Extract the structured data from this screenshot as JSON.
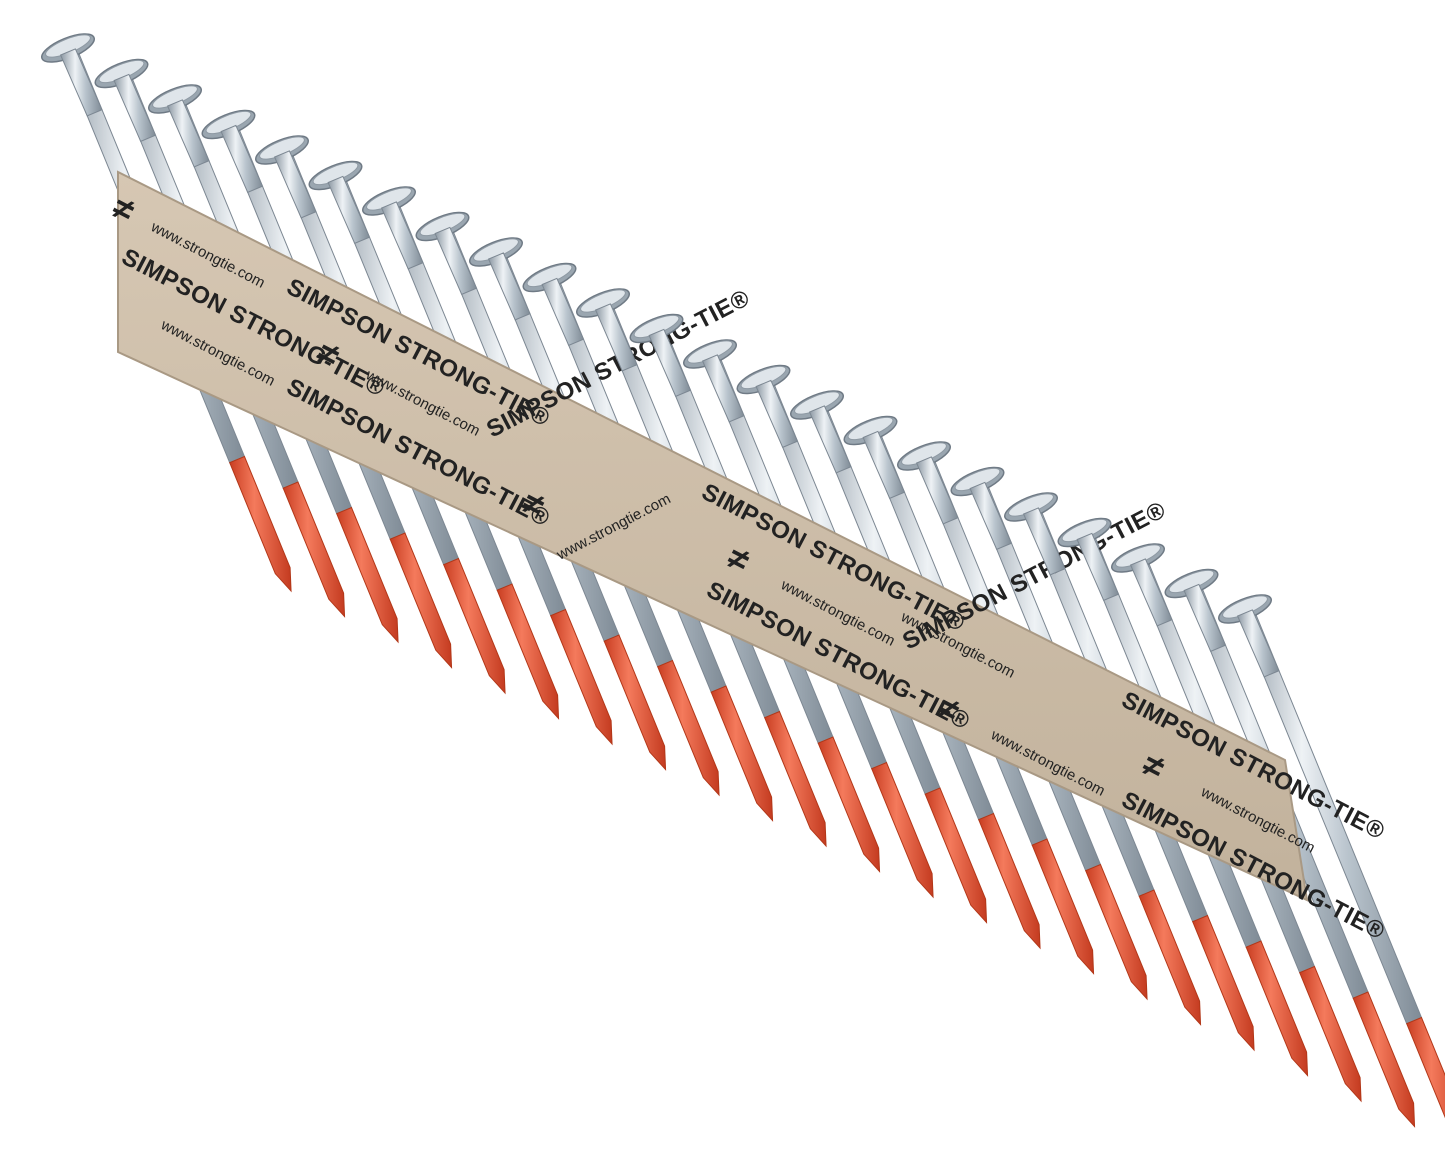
{
  "product": {
    "nail_count": 23,
    "colors": {
      "shank": "#b9c4cd",
      "shank_dark": "#8c98a3",
      "shank_light": "#eef2f5",
      "tip": "#ee5a3a",
      "tip_dark": "#c93e22",
      "strip": "#c9b9a4",
      "strip_edge": "#a99984",
      "ink": "#222222"
    }
  },
  "strip": {
    "brand_text": "SIMPSON STRONG-TIE®",
    "url_text": "www.strongtie.com",
    "symbol_text": "≠"
  }
}
